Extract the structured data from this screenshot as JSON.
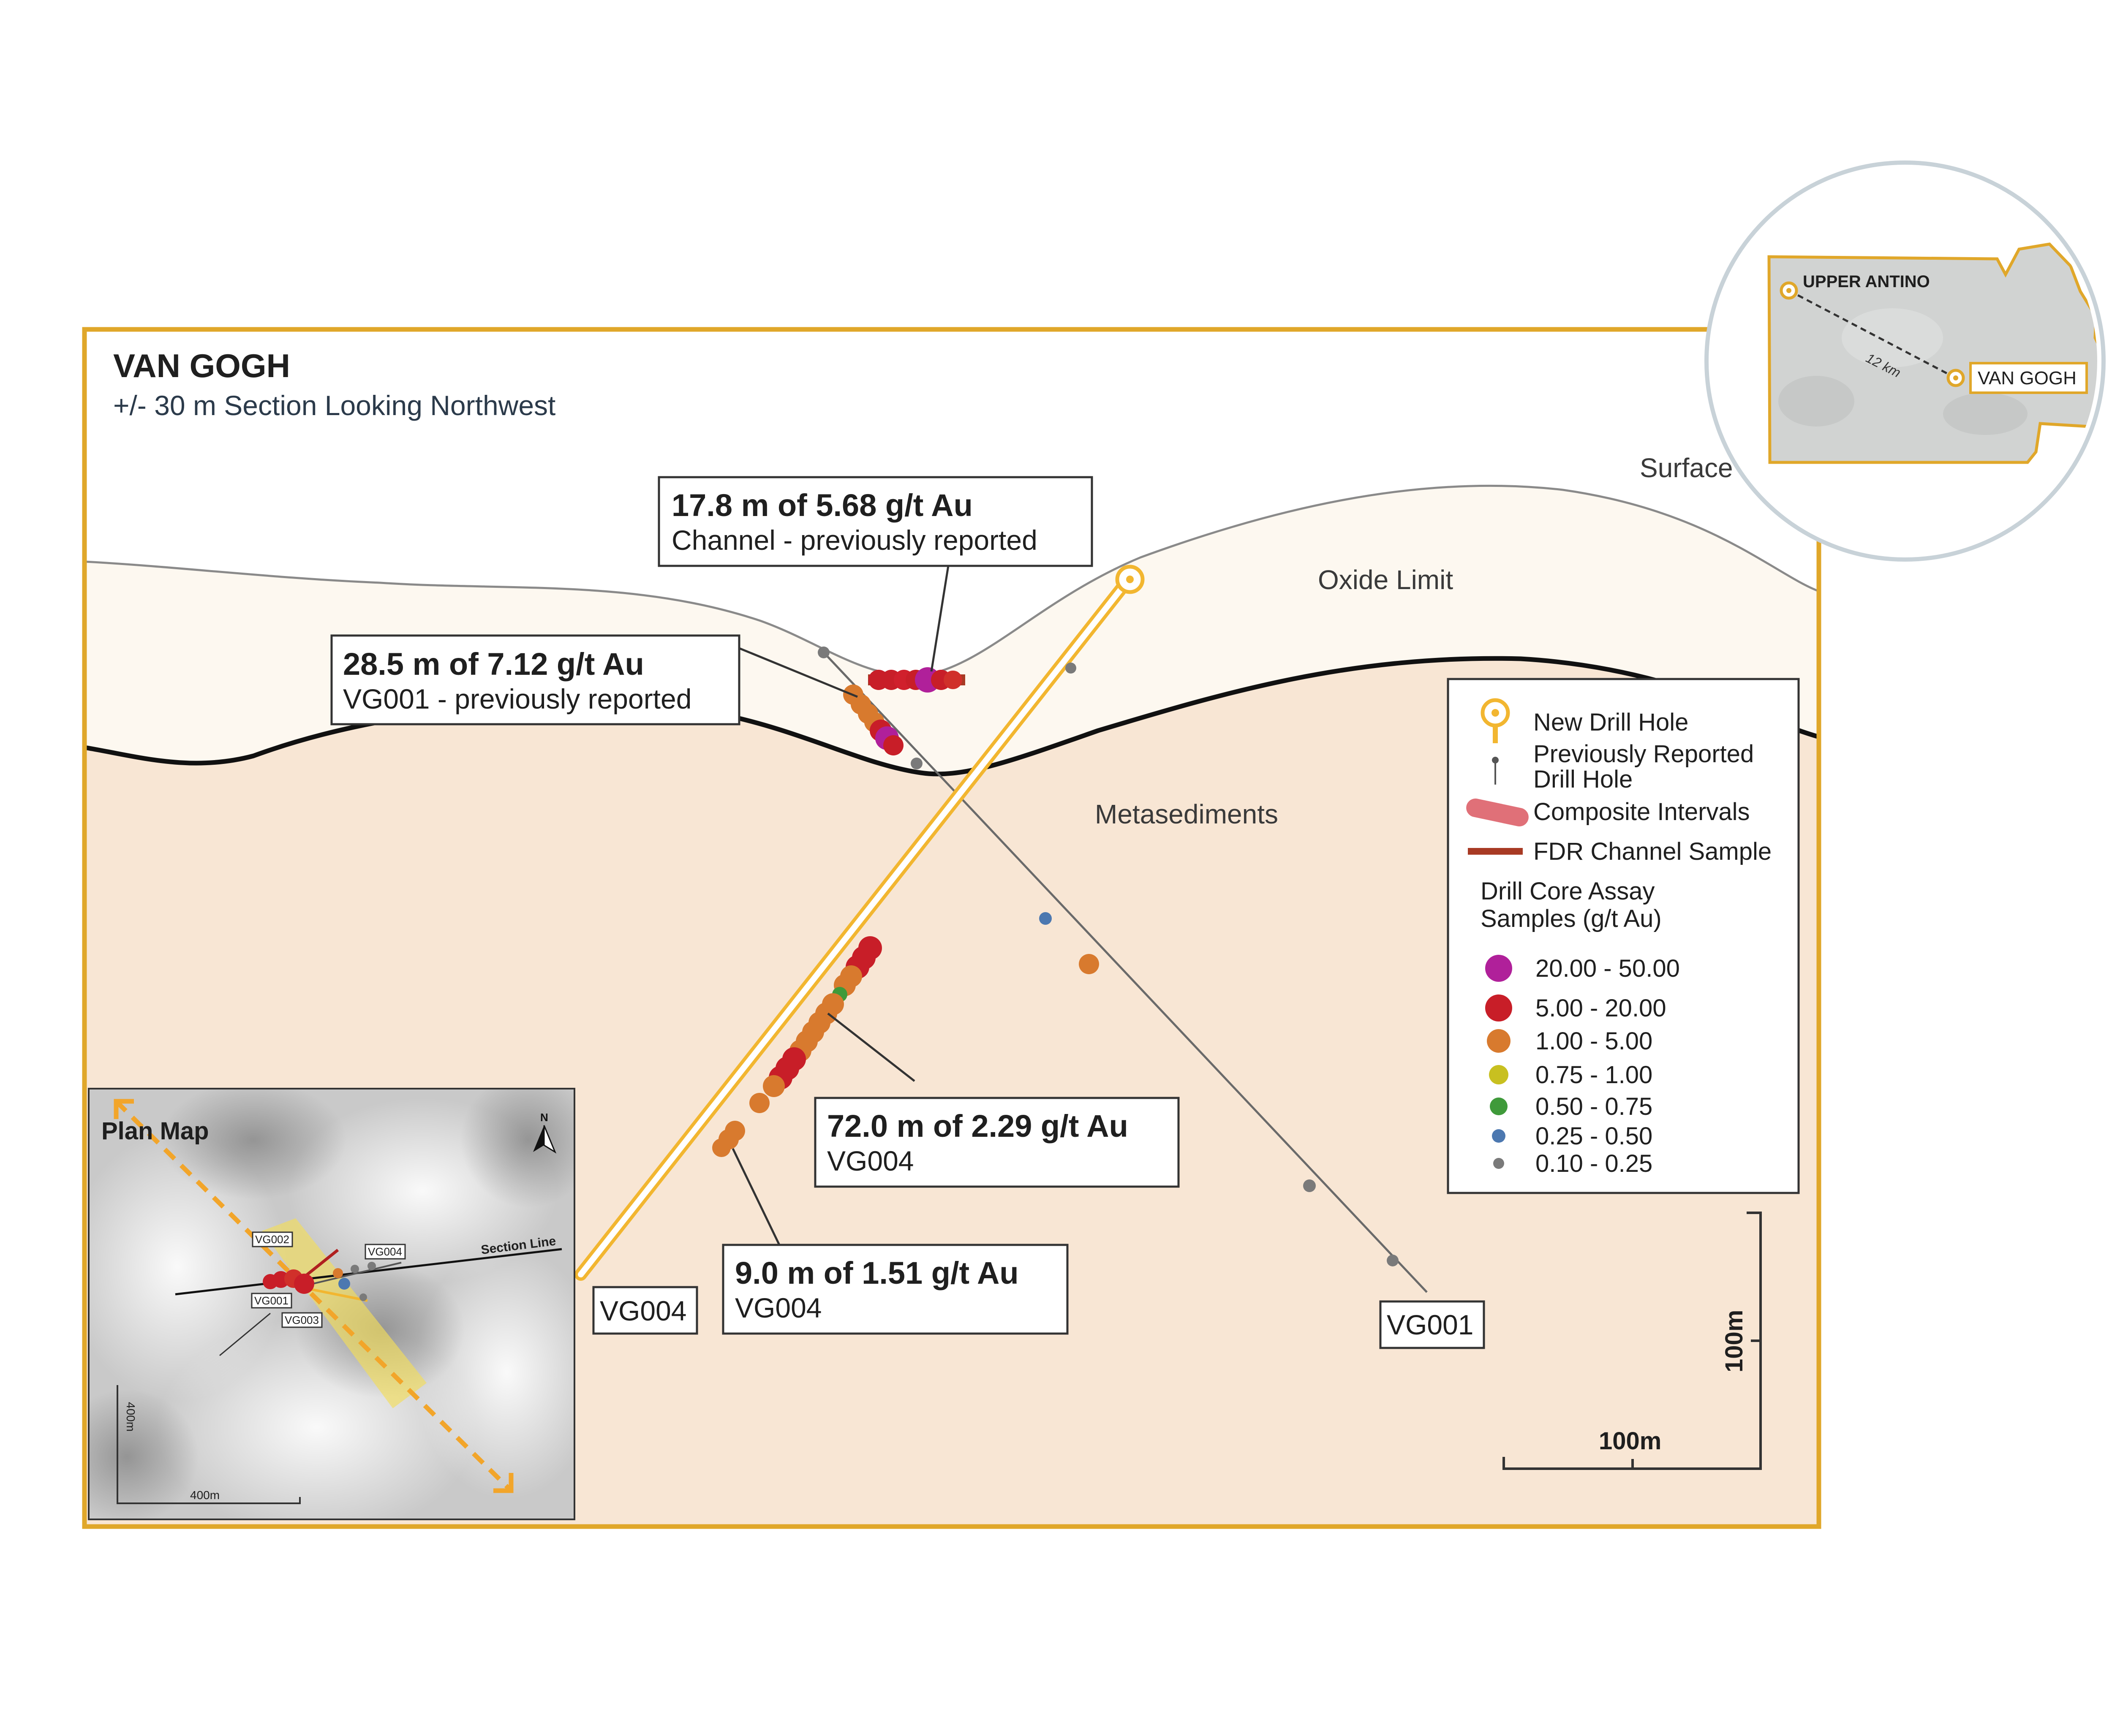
{
  "header": {
    "title": "VAN GOGH",
    "subtitle": "+/- 30 m Section Looking Northwest"
  },
  "section": {
    "zone_labels": {
      "surface": "Surface",
      "oxide_limit": "Oxide Limit",
      "metasediments": "Metasediments"
    },
    "callouts": [
      {
        "headline": "17.8 m of 5.68 g/t Au",
        "detail": "Channel - previously reported"
      },
      {
        "headline": "28.5 m of 7.12 g/t Au",
        "detail": "VG001 - previously reported"
      },
      {
        "headline": "72.0 m of 2.29 g/t Au",
        "detail": "VG004"
      },
      {
        "headline": "9.0 m of 1.51 g/t Au",
        "detail": "VG004"
      }
    ],
    "hole_labels": [
      "VG004",
      "VG001"
    ],
    "scale": {
      "vertical": "100m",
      "horizontal": "100m"
    }
  },
  "legend": {
    "items": [
      "New Drill Hole",
      "Previously Reported Drill Hole",
      "Composite Intervals",
      "FDR Channel Sample"
    ],
    "assay_title": "Drill Core Assay Samples (g/t Au)",
    "assay_classes": [
      {
        "label": "20.00 - 50.00",
        "color": "#b0209a"
      },
      {
        "label": "5.00 - 20.00",
        "color": "#c81e28"
      },
      {
        "label": "1.00 - 5.00",
        "color": "#d87a2e"
      },
      {
        "label": "0.75 - 1.00",
        "color": "#c8c020"
      },
      {
        "label": "0.50 - 0.75",
        "color": "#3f9a3a"
      },
      {
        "label": "0.25 - 0.50",
        "color": "#4c78b0"
      },
      {
        "label": "0.10 - 0.25",
        "color": "#7a7a7a"
      }
    ]
  },
  "plan_map": {
    "title": "Plan Map",
    "north": "N",
    "section_line_label": "Section Line",
    "hole_tags": [
      "VG002",
      "VG004",
      "VG001",
      "VG003"
    ],
    "scale_x": "400m",
    "scale_y": "400m"
  },
  "locator": {
    "place_a": "UPPER ANTINO",
    "place_b": "VAN GOGH",
    "distance": "12 km"
  },
  "colors": {
    "frame": "#e0a72a",
    "new_hole": "#f2b630",
    "oxide_zone": "#fdf8f0",
    "metasediments": "#f8e6d4"
  }
}
